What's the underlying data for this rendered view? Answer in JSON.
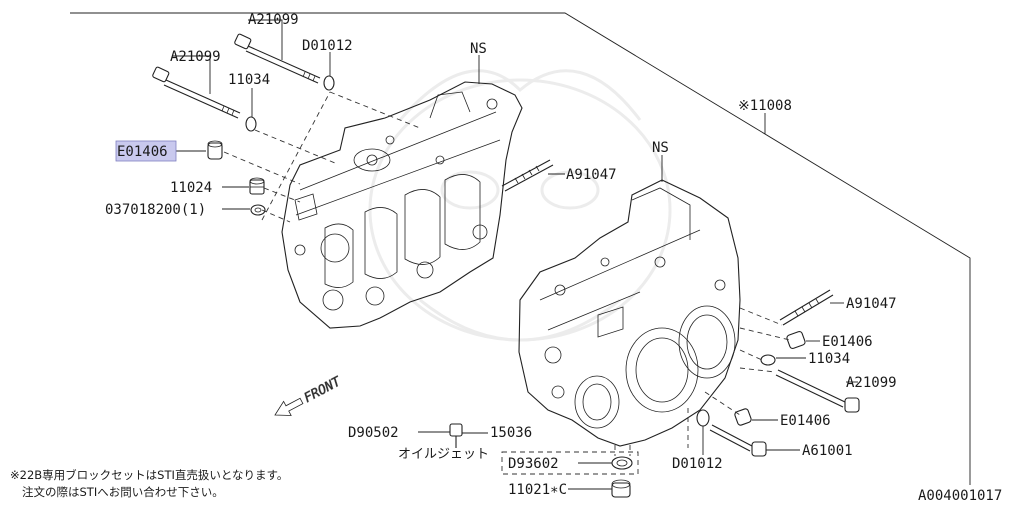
{
  "diagram": {
    "part_labels": {
      "a21099_top": "A21099",
      "d01012_top": "D01012",
      "a21099_left": "A21099",
      "p11034_top": "11034",
      "ns_top": "NS",
      "e01406_highlight": "E01406",
      "p11024": "11024",
      "p037018200": "037018200(1)",
      "a91047_top": "A91047",
      "assembly_11008": "※11008",
      "ns_right": "NS",
      "a91047_right": "A91047",
      "e01406_right": "E01406",
      "p11034_right": "11034",
      "a21099_right": "A21099",
      "e01406_lower": "E01406",
      "a61001": "A61001",
      "d01012_bottom": "D01012",
      "d90502": "D90502",
      "p15036": "15036",
      "oil_jet": "オイルジェット",
      "d93602": "D93602",
      "p11021c": "11021∗C"
    },
    "front_marker": "FRONT",
    "notes": [
      "※22B専用ブロックセットはSTI直売扱いとなります。",
      "注文の際はSTIへお問い合わせ下さい。"
    ],
    "diagram_id": "A004001017",
    "highlight_color": "#c9c9ee"
  }
}
